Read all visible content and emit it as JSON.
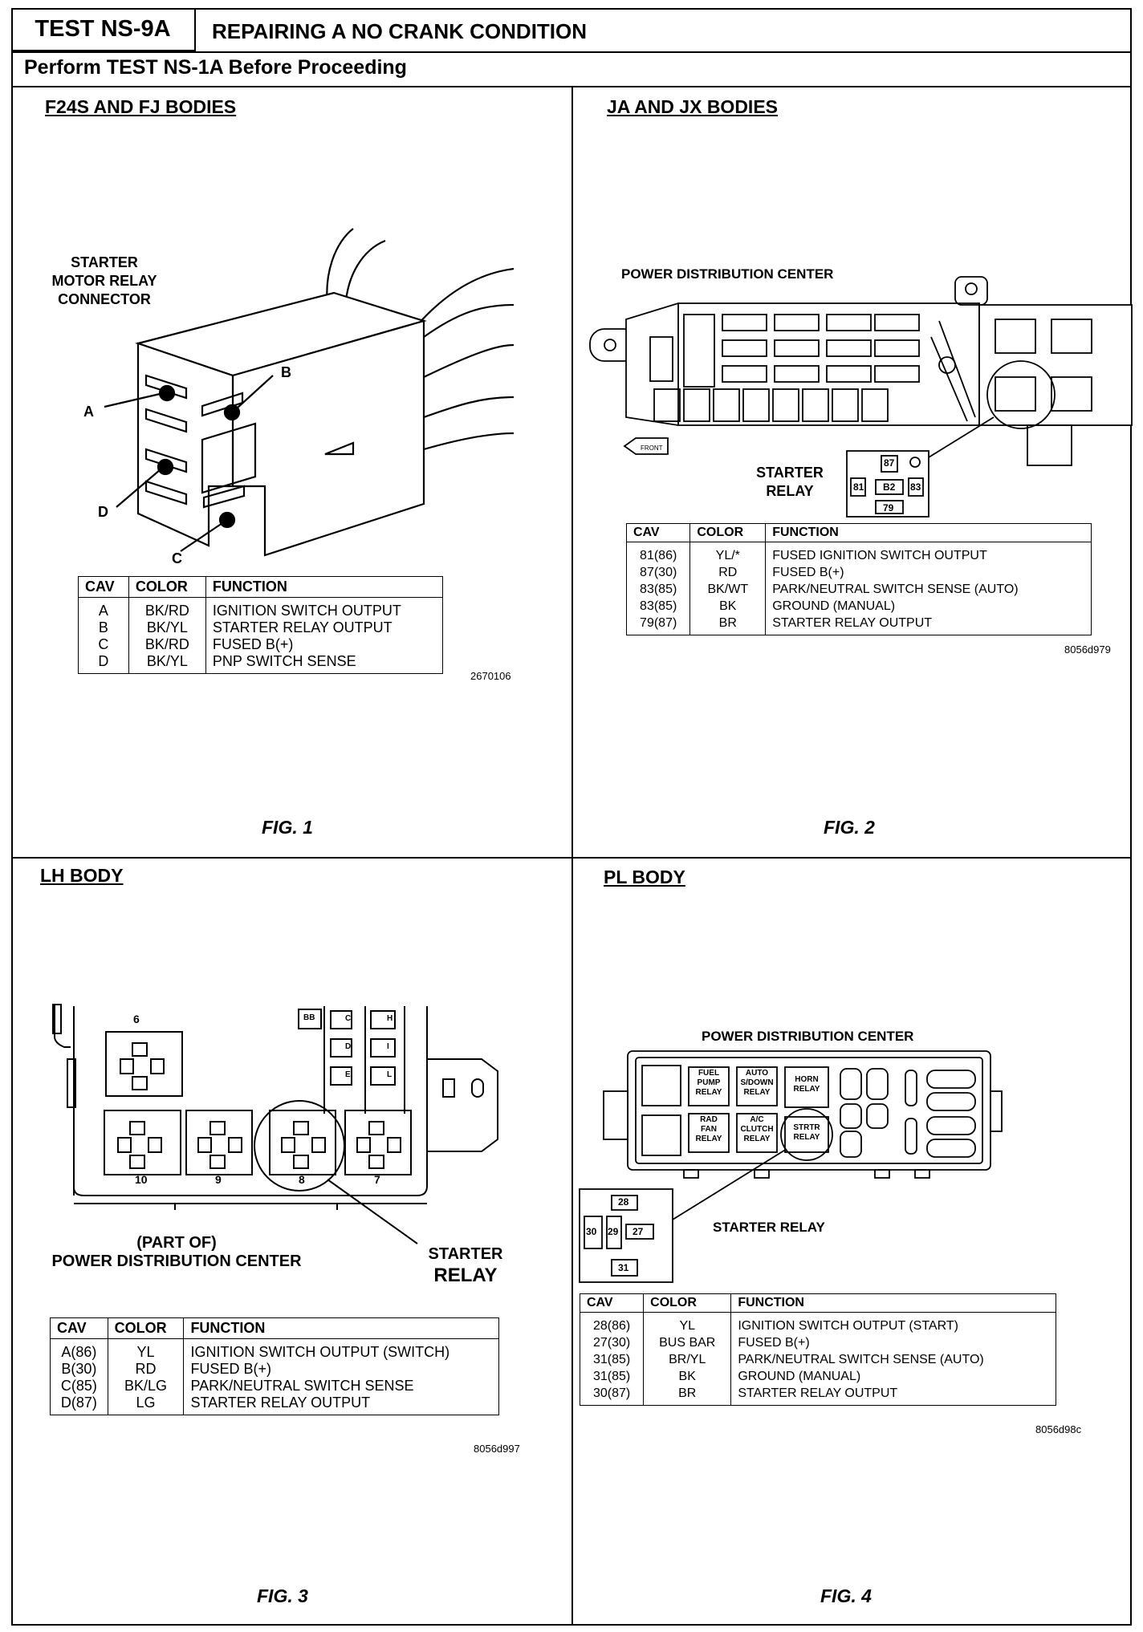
{
  "header": {
    "test_id": "TEST NS-9A",
    "title": "REPAIRING A NO CRANK CONDITION",
    "subheader": "Perform TEST NS-1A Before Proceeding"
  },
  "fig1": {
    "title": "F24S AND FJ BODIES",
    "connector_label": [
      "STARTER",
      "MOTOR RELAY",
      "CONNECTOR"
    ],
    "pins": [
      "A",
      "B",
      "C",
      "D"
    ],
    "table": {
      "headers": [
        "CAV",
        "COLOR",
        "FUNCTION"
      ],
      "rows": [
        [
          "A",
          "BK/RD",
          "IGNITION SWITCH OUTPUT"
        ],
        [
          "B",
          "BK/YL",
          "STARTER RELAY OUTPUT"
        ],
        [
          "C",
          "BK/RD",
          "FUSED B(+)"
        ],
        [
          "D",
          "BK/YL",
          "PNP SWITCH SENSE"
        ]
      ]
    },
    "code": "2670106",
    "caption": "FIG. 1"
  },
  "fig2": {
    "title": "JA AND JX BODIES",
    "pdc_label": "POWER DISTRIBUTION CENTER",
    "front_label": "FRONT",
    "relay_label": [
      "STARTER",
      "RELAY"
    ],
    "relay_pins": [
      "87",
      "81",
      "B2",
      "83",
      "79"
    ],
    "table": {
      "headers": [
        "CAV",
        "COLOR",
        "FUNCTION"
      ],
      "rows": [
        [
          "81(86)",
          "YL/*",
          "FUSED IGNITION SWITCH OUTPUT"
        ],
        [
          "87(30)",
          "RD",
          "FUSED B(+)"
        ],
        [
          "83(85)",
          "BK/WT",
          "PARK/NEUTRAL SWITCH SENSE (AUTO)"
        ],
        [
          "83(85)",
          "BK",
          "GROUND (MANUAL)"
        ],
        [
          "79(87)",
          "BR",
          "STARTER RELAY OUTPUT"
        ]
      ]
    },
    "code": "8056d979",
    "caption": "FIG. 2"
  },
  "fig3": {
    "title": "LH BODY",
    "relay_numbers": [
      "6",
      "10",
      "9",
      "8",
      "7"
    ],
    "fuse_letters": [
      "BB",
      "C",
      "H",
      "D",
      "I",
      "E",
      "L"
    ],
    "pdc_label": [
      "(PART OF)",
      "POWER DISTRIBUTION CENTER"
    ],
    "relay_label": [
      "STARTER",
      "RELAY"
    ],
    "table": {
      "headers": [
        "CAV",
        "COLOR",
        "FUNCTION"
      ],
      "rows": [
        [
          "A(86)",
          "YL",
          "IGNITION SWITCH OUTPUT (SWITCH)"
        ],
        [
          "B(30)",
          "RD",
          "FUSED B(+)"
        ],
        [
          "C(85)",
          "BK/LG",
          "PARK/NEUTRAL SWITCH SENSE"
        ],
        [
          "D(87)",
          "LG",
          "STARTER RELAY OUTPUT"
        ]
      ]
    },
    "code": "8056d997",
    "caption": "FIG. 3"
  },
  "fig4": {
    "title": "PL BODY",
    "pdc_label": "POWER DISTRIBUTION CENTER",
    "relays": [
      [
        "FUEL",
        "PUMP",
        "RELAY"
      ],
      [
        "AUTO",
        "S/DOWN",
        "RELAY"
      ],
      [
        "HORN",
        "RELAY"
      ],
      [
        "RAD",
        "FAN",
        "RELAY"
      ],
      [
        "A/C",
        "CLUTCH",
        "RELAY"
      ],
      [
        "STRTR",
        "RELAY"
      ]
    ],
    "relay_pins": [
      "28",
      "30",
      "29",
      "27",
      "31"
    ],
    "relay_label": "STARTER RELAY",
    "table": {
      "headers": [
        "CAV",
        "COLOR",
        "FUNCTION"
      ],
      "rows": [
        [
          "28(86)",
          "YL",
          "IGNITION SWITCH OUTPUT (START)"
        ],
        [
          "27(30)",
          "BUS BAR",
          "FUSED B(+)"
        ],
        [
          "31(85)",
          "BR/YL",
          "PARK/NEUTRAL SWITCH SENSE (AUTO)"
        ],
        [
          "31(85)",
          "BK",
          "GROUND (MANUAL)"
        ],
        [
          "30(87)",
          "BR",
          "STARTER RELAY OUTPUT"
        ]
      ]
    },
    "code": "8056d98c",
    "caption": "FIG. 4"
  }
}
